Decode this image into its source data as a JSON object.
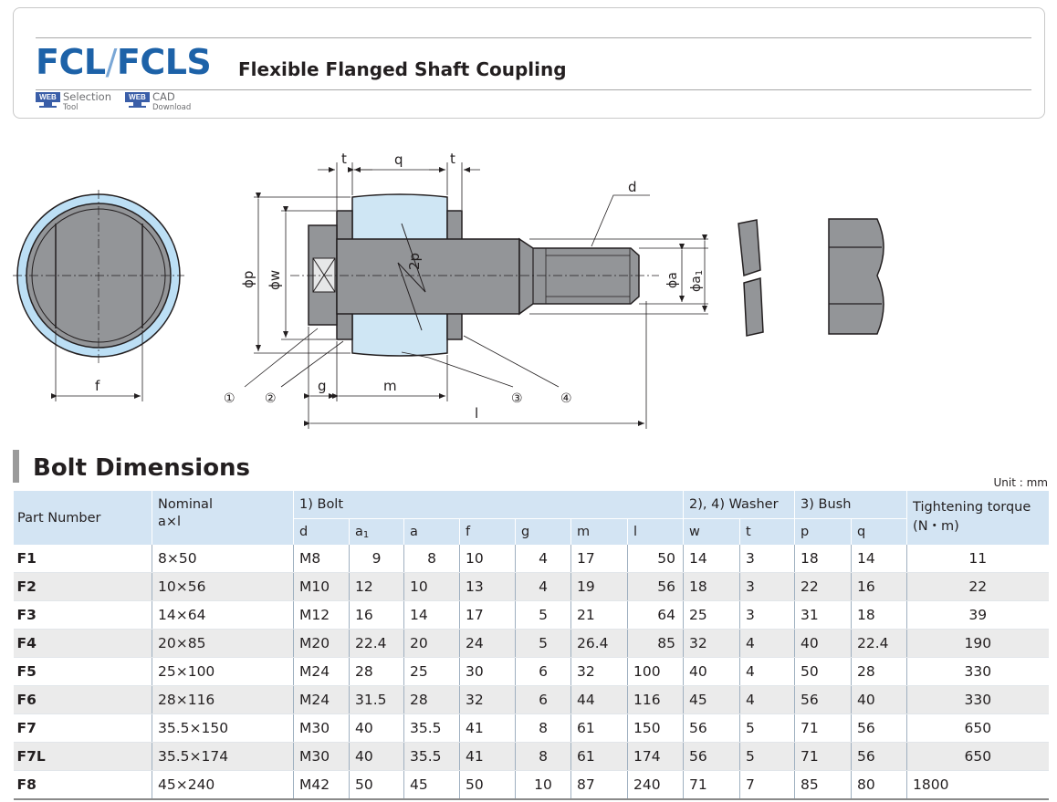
{
  "header": {
    "code_left": "FCL",
    "code_slash": "/",
    "code_right": "FCLS",
    "product_name": "Flexible Flanged Shaft Coupling",
    "links": [
      {
        "badge": "WEB",
        "line1": "Selection",
        "line2": "Tool"
      },
      {
        "badge": "WEB",
        "line1": "CAD",
        "line2": "Download"
      }
    ],
    "brand_color": "#1d62a8"
  },
  "drawing": {
    "labels": {
      "t_left": "t",
      "q": "q",
      "t_right": "t",
      "d": "d",
      "phi_p": "ϕp",
      "phi_w": "ϕw",
      "two_p": "2p",
      "phi_a": "ϕa",
      "phi_a1": "ϕa",
      "a1_sub": "1",
      "f": "f",
      "g": "g",
      "m": "m",
      "l": "l",
      "c1": "①",
      "c2": "②",
      "c3": "③",
      "c4": "④"
    },
    "colors": {
      "metal": "#939598",
      "bush": "#cfe6f4",
      "ring": "#bcdff5",
      "line": "#231f20"
    }
  },
  "section": {
    "title": "Bolt Dimensions",
    "unit": "Unit : mm"
  },
  "table": {
    "h_part": "Part Number",
    "h_nominal_1": "Nominal",
    "h_nominal_2": "a×l",
    "h_bolt": "1) Bolt",
    "h_washer": "2), 4) Washer",
    "h_bush": "3) Bush",
    "h_torque_1": "Tightening torque",
    "h_torque_2": "(N・m)",
    "sub": {
      "d": "d",
      "a1": "a",
      "a1_sub": "1",
      "a": "a",
      "f": "f",
      "g": "g",
      "m": "m",
      "l": "l",
      "w": "w",
      "t": "t",
      "p": "p",
      "q": "q"
    },
    "rows": [
      {
        "part": "F1",
        "nominal": "8×50",
        "d": "M8",
        "a1": "9",
        "a": "8",
        "f": "10",
        "g": "4",
        "m": "17",
        "l": "50",
        "w": "14",
        "t": "3",
        "p": "18",
        "q": "14",
        "torque": "11"
      },
      {
        "part": "F2",
        "nominal": "10×56",
        "d": "M10",
        "a1": "12",
        "a": "10",
        "f": "13",
        "g": "4",
        "m": "19",
        "l": "56",
        "w": "18",
        "t": "3",
        "p": "22",
        "q": "16",
        "torque": "22"
      },
      {
        "part": "F3",
        "nominal": "14×64",
        "d": "M12",
        "a1": "16",
        "a": "14",
        "f": "17",
        "g": "5",
        "m": "21",
        "l": "64",
        "w": "25",
        "t": "3",
        "p": "31",
        "q": "18",
        "torque": "39"
      },
      {
        "part": "F4",
        "nominal": "20×85",
        "d": "M20",
        "a1": "22.4",
        "a": "20",
        "f": "24",
        "g": "5",
        "m": "26.4",
        "l": "85",
        "w": "32",
        "t": "4",
        "p": "40",
        "q": "22.4",
        "torque": "190"
      },
      {
        "part": "F5",
        "nominal": "25×100",
        "d": "M24",
        "a1": "28",
        "a": "25",
        "f": "30",
        "g": "6",
        "m": "32",
        "l": "100",
        "w": "40",
        "t": "4",
        "p": "50",
        "q": "28",
        "torque": "330"
      },
      {
        "part": "F6",
        "nominal": "28×116",
        "d": "M24",
        "a1": "31.5",
        "a": "28",
        "f": "32",
        "g": "6",
        "m": "44",
        "l": "116",
        "w": "45",
        "t": "4",
        "p": "56",
        "q": "40",
        "torque": "330"
      },
      {
        "part": "F7",
        "nominal": "35.5×150",
        "d": "M30",
        "a1": "40",
        "a": "35.5",
        "f": "41",
        "g": "8",
        "m": "61",
        "l": "150",
        "w": "56",
        "t": "5",
        "p": "71",
        "q": "56",
        "torque": "650"
      },
      {
        "part": "F7L",
        "nominal": "35.5×174",
        "d": "M30",
        "a1": "40",
        "a": "35.5",
        "f": "41",
        "g": "8",
        "m": "61",
        "l": "174",
        "w": "56",
        "t": "5",
        "p": "71",
        "q": "56",
        "torque": "650"
      },
      {
        "part": "F8",
        "nominal": "45×240",
        "d": "M42",
        "a1": "50",
        "a": "45",
        "f": "50",
        "g": "10",
        "m": "87",
        "l": "240",
        "w": "71",
        "t": "7",
        "p": "85",
        "q": "80",
        "torque": "1800"
      }
    ]
  }
}
